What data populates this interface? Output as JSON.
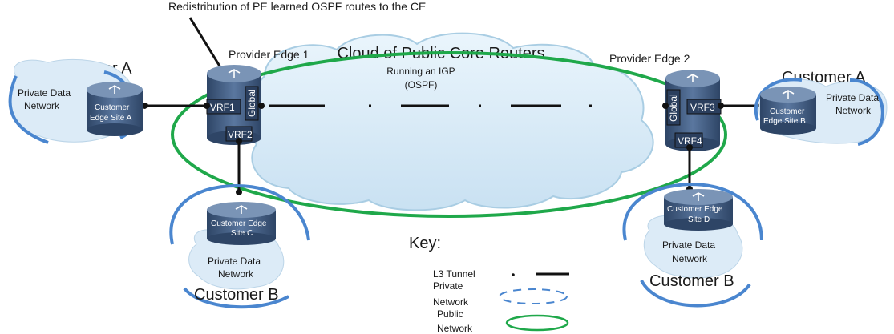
{
  "colors": {
    "public_ring": "#1fa84a",
    "private_ring": "#4a86cf",
    "cloud_fill": "#d8ebf7",
    "cloud_stroke": "#9cc3dc",
    "router_body": "#3f5a80",
    "router_top": "#6f89ad",
    "line": "#111111"
  },
  "annotation": {
    "top_note": "Redistribution of PE learned OSPF routes to the CE"
  },
  "core": {
    "title": "Cloud of Public Core Routers",
    "sub1": "Running an IGP",
    "sub2": "(OSPF)"
  },
  "pe1": {
    "label": "Provider Edge 1",
    "vrf1": "VRF1",
    "vrf2": "VRF2",
    "global": "Global"
  },
  "pe2": {
    "label": "Provider Edge 2",
    "vrf3": "VRF3",
    "vrf4": "VRF4",
    "global": "Global"
  },
  "site_a_left": {
    "customer": "Customer A",
    "network_line1": "Private Data",
    "network_line2": "Network",
    "router_line1": "Customer",
    "router_line2": "Edge Site A"
  },
  "site_b_right": {
    "customer": "Customer A",
    "network_line1": "Private Data",
    "network_line2": "Network",
    "router_line1": "Customer",
    "router_line2": "Edge Site B"
  },
  "site_c": {
    "customer": "Customer B",
    "network_line1": "Private Data",
    "network_line2": "Network",
    "router_line1": "Customer Edge",
    "router_line2": "Site C"
  },
  "site_d": {
    "customer": "Customer B",
    "network_line1": "Private Data",
    "network_line2": "Network",
    "router_line1": "Customer Edge",
    "router_line2": "Site D"
  },
  "key": {
    "title": "Key:",
    "tunnel": "L3 Tunnel",
    "private_line1": "Private",
    "private_line2": "Network",
    "public_line1": "Public",
    "public_line2": "Network"
  }
}
